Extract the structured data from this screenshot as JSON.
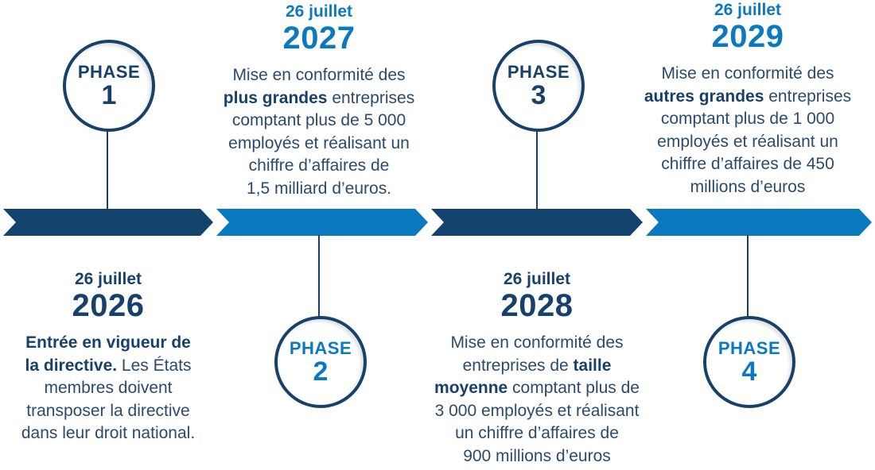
{
  "colors": {
    "dark_navy": "#17416b",
    "bright_blue": "#0b79c0",
    "body_text": "#2a4a6e",
    "background": "#ffffff"
  },
  "timeline": {
    "segments": [
      {
        "color": "#154370"
      },
      {
        "color": "#0b79c0"
      },
      {
        "color": "#154370"
      },
      {
        "color": "#0b79c0"
      }
    ]
  },
  "phases": [
    {
      "label": "PHASE",
      "number": "1"
    },
    {
      "label": "PHASE",
      "number": "2"
    },
    {
      "label": "PHASE",
      "number": "3"
    },
    {
      "label": "PHASE",
      "number": "4"
    }
  ],
  "milestones": [
    {
      "date": "26 juillet",
      "year": "2026",
      "lines": [
        [
          {
            "t": "Entrée en vigueur de",
            "b": true
          }
        ],
        [
          {
            "t": "la directive.",
            "b": true
          },
          {
            "t": " Les États",
            "b": false
          }
        ],
        [
          {
            "t": "membres doivent",
            "b": false
          }
        ],
        [
          {
            "t": "transposer la directive",
            "b": false
          }
        ],
        [
          {
            "t": "dans leur droit national.",
            "b": false
          }
        ]
      ]
    },
    {
      "date": "26 juillet",
      "year": "2027",
      "lines": [
        [
          {
            "t": "Mise en conformité des",
            "b": false
          }
        ],
        [
          {
            "t": "plus grandes",
            "b": true
          },
          {
            "t": " entreprises",
            "b": false
          }
        ],
        [
          {
            "t": "comptant plus de 5 000",
            "b": false
          }
        ],
        [
          {
            "t": "employés et réalisant un",
            "b": false
          }
        ],
        [
          {
            "t": "chiffre d’affaires de",
            "b": false
          }
        ],
        [
          {
            "t": "1,5 milliard d’euros.",
            "b": false
          }
        ]
      ]
    },
    {
      "date": "26 juillet",
      "year": "2028",
      "lines": [
        [
          {
            "t": "Mise en conformité des",
            "b": false
          }
        ],
        [
          {
            "t": "entreprises de ",
            "b": false
          },
          {
            "t": "taille",
            "b": true
          }
        ],
        [
          {
            "t": "moyenne",
            "b": true
          },
          {
            "t": " comptant plus de",
            "b": false
          }
        ],
        [
          {
            "t": "3 000 employés et réalisant",
            "b": false
          }
        ],
        [
          {
            "t": "un chiffre d’affaires de",
            "b": false
          }
        ],
        [
          {
            "t": "900 millions d’euros",
            "b": false
          }
        ]
      ]
    },
    {
      "date": "26 juillet",
      "year": "2029",
      "lines": [
        [
          {
            "t": "Mise en conformité des",
            "b": false
          }
        ],
        [
          {
            "t": "autres grandes",
            "b": true
          },
          {
            "t": " entreprises",
            "b": false
          }
        ],
        [
          {
            "t": "comptant plus de 1 000",
            "b": false
          }
        ],
        [
          {
            "t": "employés et réalisant un",
            "b": false
          }
        ],
        [
          {
            "t": "chiffre d’affaires de 450",
            "b": false
          }
        ],
        [
          {
            "t": "millions d’euros",
            "b": false
          }
        ]
      ]
    }
  ]
}
